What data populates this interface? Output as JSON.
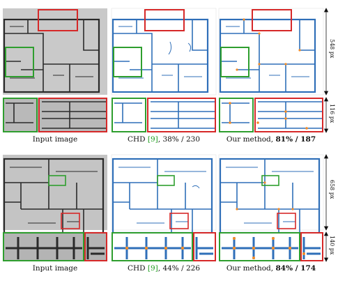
{
  "figure": {
    "rows": [
      {
        "captions": {
          "input": "Input image",
          "chd_prefix": "CHD ",
          "chd_ref": "[9]",
          "chd_stats": ", 38% / 230",
          "ours_prefix": "Our method, ",
          "ours_precision": "81%",
          "ours_sep": " / ",
          "ours_count": "187"
        },
        "dim_main": "548 px",
        "dim_crop": "116 px"
      },
      {
        "captions": {
          "input": "Input image",
          "chd_prefix": "CHD ",
          "chd_ref": "[9]",
          "chd_stats": ", 44% / 226",
          "ours_prefix": "Our method, ",
          "ours_precision": "84%",
          "ours_sep": " / ",
          "ours_count": "174"
        },
        "dim_main": "658 px",
        "dim_crop": "140 px"
      }
    ],
    "colors": {
      "red_box": "#d62828",
      "green_box": "#2e9e2e",
      "blue_line": "#2f6fb8",
      "orange_node": "#f28c28",
      "scan_bg": "#c8c8c8",
      "scan_line": "#2a2a2a"
    }
  }
}
